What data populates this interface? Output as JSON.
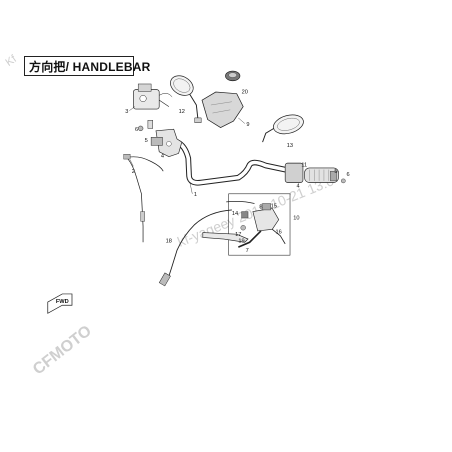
{
  "diagram": {
    "title": "方向把/ HANDLEBAR",
    "watermark_top": "Kf",
    "watermark_diag": "kf-yaqeey  2018-10-21  13:0",
    "watermark_bottom": "CFMOTO",
    "arrow_label": "FWD",
    "callouts": [
      "1",
      "2",
      "3",
      "4",
      "5",
      "6",
      "7",
      "8",
      "9",
      "10",
      "11",
      "12",
      "13",
      "14",
      "15",
      "16",
      "17",
      "18",
      "19",
      "20"
    ]
  },
  "colors": {
    "line": "#222222",
    "part_fill": "#e9e9e9",
    "part_dark": "#8a8a8a",
    "watermark": "#cfcfcf"
  }
}
